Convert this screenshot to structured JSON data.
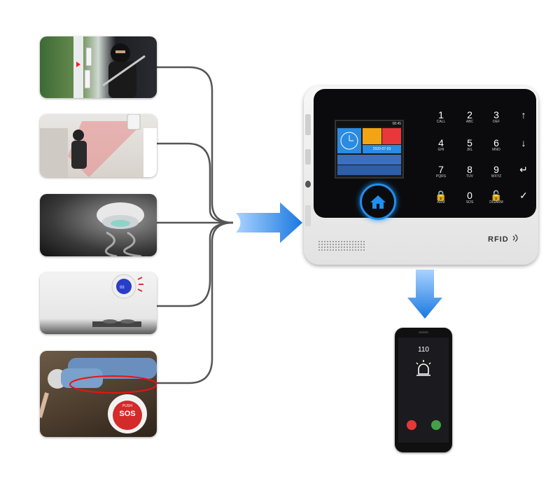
{
  "thumbnails": [
    {
      "name": "door-sensor-burglar"
    },
    {
      "name": "pir-motion-sensor-intruder"
    },
    {
      "name": "smoke-detector"
    },
    {
      "name": "gas-detector"
    },
    {
      "name": "sos-panic-button",
      "button_text": "SOS",
      "button_top_text": "PUSH"
    }
  ],
  "panel": {
    "rfid_label": "RFID",
    "lcd_time": "08:45",
    "lcd_date": "2020-07-03",
    "keys": [
      {
        "digit": "1",
        "sub": "CALL"
      },
      {
        "digit": "2",
        "sub": "ABC"
      },
      {
        "digit": "3",
        "sub": "DEF"
      },
      {
        "digit": "↑",
        "sub": ""
      },
      {
        "digit": "4",
        "sub": "GHI"
      },
      {
        "digit": "5",
        "sub": "JKL"
      },
      {
        "digit": "6",
        "sub": "MNO"
      },
      {
        "digit": "↓",
        "sub": ""
      },
      {
        "digit": "7",
        "sub": "PQRS"
      },
      {
        "digit": "8",
        "sub": "TUV"
      },
      {
        "digit": "9",
        "sub": "WXYZ"
      },
      {
        "digit": "↵",
        "sub": ""
      },
      {
        "digit": "🔒",
        "sub": "ARM"
      },
      {
        "digit": "0",
        "sub": "SOS"
      },
      {
        "digit": "🔓",
        "sub": "DISARM"
      },
      {
        "digit": "✓",
        "sub": ""
      }
    ]
  },
  "phone": {
    "number": "110",
    "accent_decline": "#e53935",
    "accent_accept": "#43a047"
  },
  "colors": {
    "arrow_blue": "#2f8ff0",
    "line_gray": "#555555"
  }
}
